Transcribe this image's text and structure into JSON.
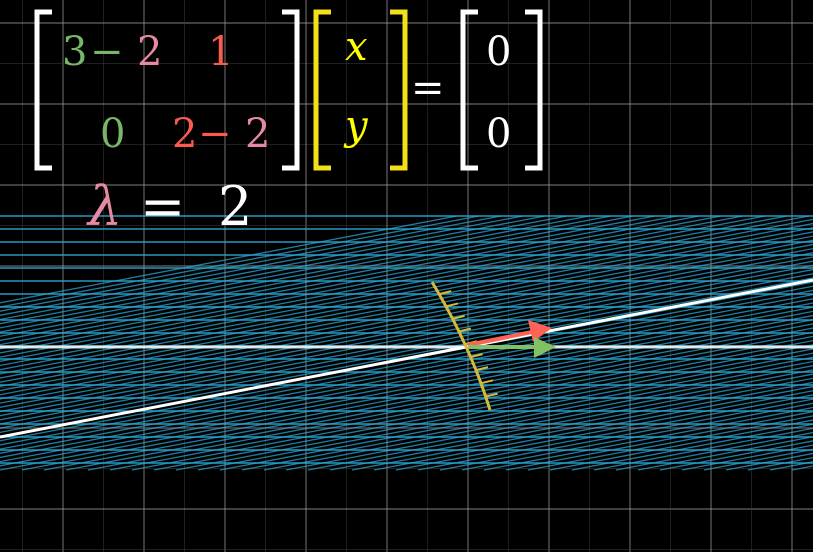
{
  "colors": {
    "background": "#000000",
    "grid": "#3a3a3a",
    "grid_bright": "#9a9a9a",
    "transformed_grid": "#2aa9d6",
    "eigen_line": "#ffffff",
    "bracket": "#ffffff",
    "vector_bracket": "#f2e01a",
    "green": "#79b669",
    "pink": "#e58aa0",
    "red": "#fb5a4e",
    "yellow": "#ffff00",
    "curve": "#d8b83a",
    "red_arrow": "#fc6255",
    "green_arrow": "#83c167"
  },
  "matrix": {
    "r1c1_a": "3",
    "r1c1_op": "−",
    "r1c1_b": "2",
    "r1c2": "1",
    "r2c1": "0",
    "r2c2_a": "2",
    "r2c2_op": "−",
    "r2c2_b": "2"
  },
  "vector": {
    "x": "x",
    "y": "y"
  },
  "equals": "=",
  "zero_vector": [
    "0",
    "0"
  ],
  "lambda": {
    "symbol": "λ",
    "equals": "=",
    "value": "2"
  },
  "icons": [
    "red-arrow-icon",
    "green-arrow-icon"
  ]
}
